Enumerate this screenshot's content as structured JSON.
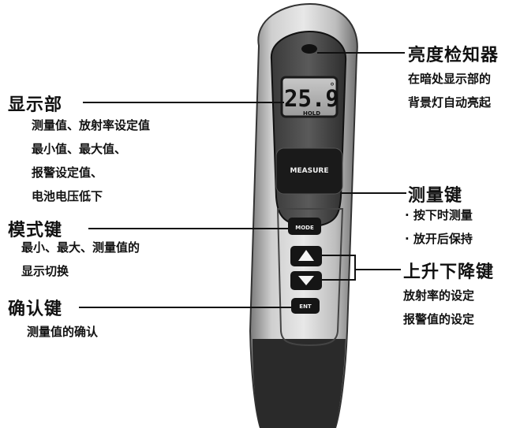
{
  "device": {
    "lcd_reading": "25.9",
    "lcd_degree": "°",
    "lcd_hold": "HOLD",
    "measure_button": "MEASURE",
    "mode_button": "MODE",
    "enter_button": "ENT"
  },
  "callouts": {
    "display": {
      "title": "显示部",
      "lines": [
        "测量值、放射率设定值",
        "最小值、最大值、",
        "报警设定值、",
        "电池电压低下"
      ]
    },
    "mode_key": {
      "title": "模式键",
      "lines": [
        "最小、最大、测量值的",
        "显示切换"
      ]
    },
    "confirm_key": {
      "title": "确认键",
      "lines": [
        "测量值的确认"
      ]
    },
    "brightness_detector": {
      "title": "亮度检知器",
      "lines": [
        "在暗处显示部的",
        "背景灯自动亮起"
      ]
    },
    "measure_key": {
      "title": "测量键",
      "lines": [
        "· 按下时测量",
        "· 放开后保持"
      ]
    },
    "updown_keys": {
      "title": "上升下降键",
      "lines": [
        "放射率的设定",
        "报警值的设定"
      ]
    }
  }
}
